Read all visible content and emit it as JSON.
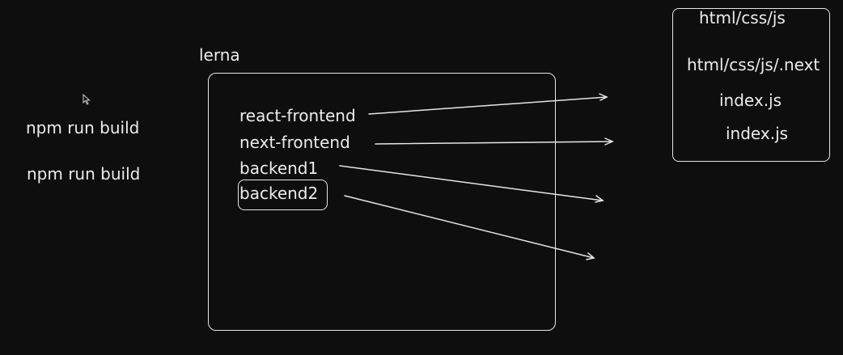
{
  "left_commands": {
    "cmd_1": "npm run build",
    "cmd_2": "npm run build"
  },
  "monorepo": {
    "title": "lerna",
    "packages": [
      "react-frontend",
      "next-frontend",
      "backend1",
      "backend2"
    ],
    "highlighted_package": "backend2"
  },
  "outputs": [
    "html/css/js",
    "html/css/js/.next",
    "index.js",
    "index.js"
  ],
  "colors": {
    "background": "#0e0e0e",
    "stroke": "#e6e6e6",
    "text": "#ececec"
  },
  "icons": {
    "cursor": "mouse-pointer-icon"
  }
}
